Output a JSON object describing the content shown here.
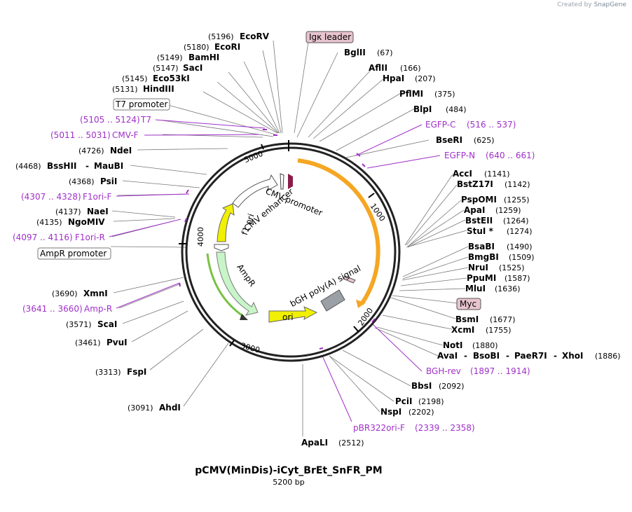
{
  "watermark": {
    "prefix": "Created by",
    "brand": "SnapGene"
  },
  "plasmid": {
    "name": "pCMV(MinDis)-iCyt_BrEt_SnFR_PM",
    "length_label": "5200 bp"
  },
  "ticks": [
    "1000",
    "2000",
    "3000",
    "4000",
    "5000"
  ],
  "enzymes_left": [
    {
      "pos": "(5196)",
      "name": "EcoRV"
    },
    {
      "pos": "(5180)",
      "name": "EcoRI"
    },
    {
      "pos": "(5149)",
      "name": "BamHI"
    },
    {
      "pos": "(5147)",
      "name": "SacI"
    },
    {
      "pos": "(5145)",
      "name": "Eco53kI"
    },
    {
      "pos": "(5131)",
      "name": "HindIII"
    },
    {
      "pos": "(4726)",
      "name": "NdeI"
    },
    {
      "pos": "(4468)",
      "name": "BssHII",
      "extra": "MauBI"
    },
    {
      "pos": "(4368)",
      "name": "PsiI"
    },
    {
      "pos": "(4137)",
      "name": "NaeI"
    },
    {
      "pos": "(4135)",
      "name": "NgoMIV"
    },
    {
      "pos": "(3690)",
      "name": "XmnI"
    },
    {
      "pos": "(3571)",
      "name": "ScaI"
    },
    {
      "pos": "(3461)",
      "name": "PvuI"
    },
    {
      "pos": "(3313)",
      "name": "FspI"
    },
    {
      "pos": "(3091)",
      "name": "AhdI"
    }
  ],
  "enzymes_right": [
    {
      "name": "BglII",
      "pos": "(67)"
    },
    {
      "name": "AflII",
      "pos": "(166)"
    },
    {
      "name": "HpaI",
      "pos": "(207)"
    },
    {
      "name": "PflMI",
      "pos": "(375)"
    },
    {
      "name": "BlpI",
      "pos": "(484)"
    },
    {
      "name": "BseRI",
      "pos": "(625)"
    },
    {
      "name": "AccI",
      "pos": "(1141)"
    },
    {
      "name": "BstZ17I",
      "pos": "(1142)"
    },
    {
      "name": "PspOMI",
      "pos": "(1255)"
    },
    {
      "name": "ApaI",
      "pos": "(1259)"
    },
    {
      "name": "BstEII",
      "pos": "(1264)"
    },
    {
      "name": "StuI *",
      "pos": "(1274)"
    },
    {
      "name": "BsaBI",
      "pos": "(1490)"
    },
    {
      "name": "BmgBI",
      "pos": "(1509)"
    },
    {
      "name": "NruI",
      "pos": "(1525)"
    },
    {
      "name": "PpuMI",
      "pos": "(1587)"
    },
    {
      "name": "MluI",
      "pos": "(1636)"
    },
    {
      "name": "BsmI",
      "pos": "(1677)"
    },
    {
      "name": "XcmI",
      "pos": "(1755)"
    },
    {
      "name": "NotI",
      "pos": "(1880)"
    },
    {
      "name": "AvaI",
      "extra1": "BsoBI",
      "extra2": "PaeR7I",
      "extra3": "XhoI",
      "pos": "(1886)"
    },
    {
      "name": "BbsI",
      "pos": "(2092)"
    },
    {
      "name": "PciI",
      "pos": "(2198)"
    },
    {
      "name": "NspI",
      "pos": "(2202)"
    },
    {
      "name": "ApaLI",
      "pos": "(2512)"
    }
  ],
  "primers": [
    {
      "name": "T7",
      "range": "(5105 .. 5124)"
    },
    {
      "name": "CMV-F",
      "range": "(5011 .. 5031)"
    },
    {
      "name": "F1ori-F",
      "range": "(4307 .. 4328)"
    },
    {
      "name": "F1ori-R",
      "range": "(4097 .. 4116)"
    },
    {
      "name": "Amp-R",
      "range": "(3641 .. 3660)"
    },
    {
      "name": "EGFP-C",
      "range": "(516 .. 537)"
    },
    {
      "name": "EGFP-N",
      "range": "(640 .. 661)"
    },
    {
      "name": "BGH-rev",
      "range": "(1897 .. 1914)"
    },
    {
      "name": "pBR322ori-F",
      "range": "(2339 .. 2358)"
    }
  ],
  "boxed_features": [
    {
      "name": "Igκ leader",
      "style": "pink"
    },
    {
      "name": "Myc",
      "style": "pink"
    },
    {
      "name": "T7 promoter",
      "style": "white"
    },
    {
      "name": "AmpR promoter",
      "style": "white"
    }
  ],
  "inner_features": [
    "CMV promoter",
    "CMV enhancer",
    "f1 ori",
    "AmpR",
    "ori",
    "bGH poly(A) signal"
  ],
  "colors": {
    "backbone": "#222222",
    "primer": "#a030c8",
    "insert": "#f5a623",
    "f1ori": "#f0f000",
    "ori": "#f0f000",
    "ampr": "#c8f5c8",
    "bgh": "#9aa0a6",
    "leader": "#8b1c4a",
    "boxed_pink": "#e8c4cf"
  }
}
